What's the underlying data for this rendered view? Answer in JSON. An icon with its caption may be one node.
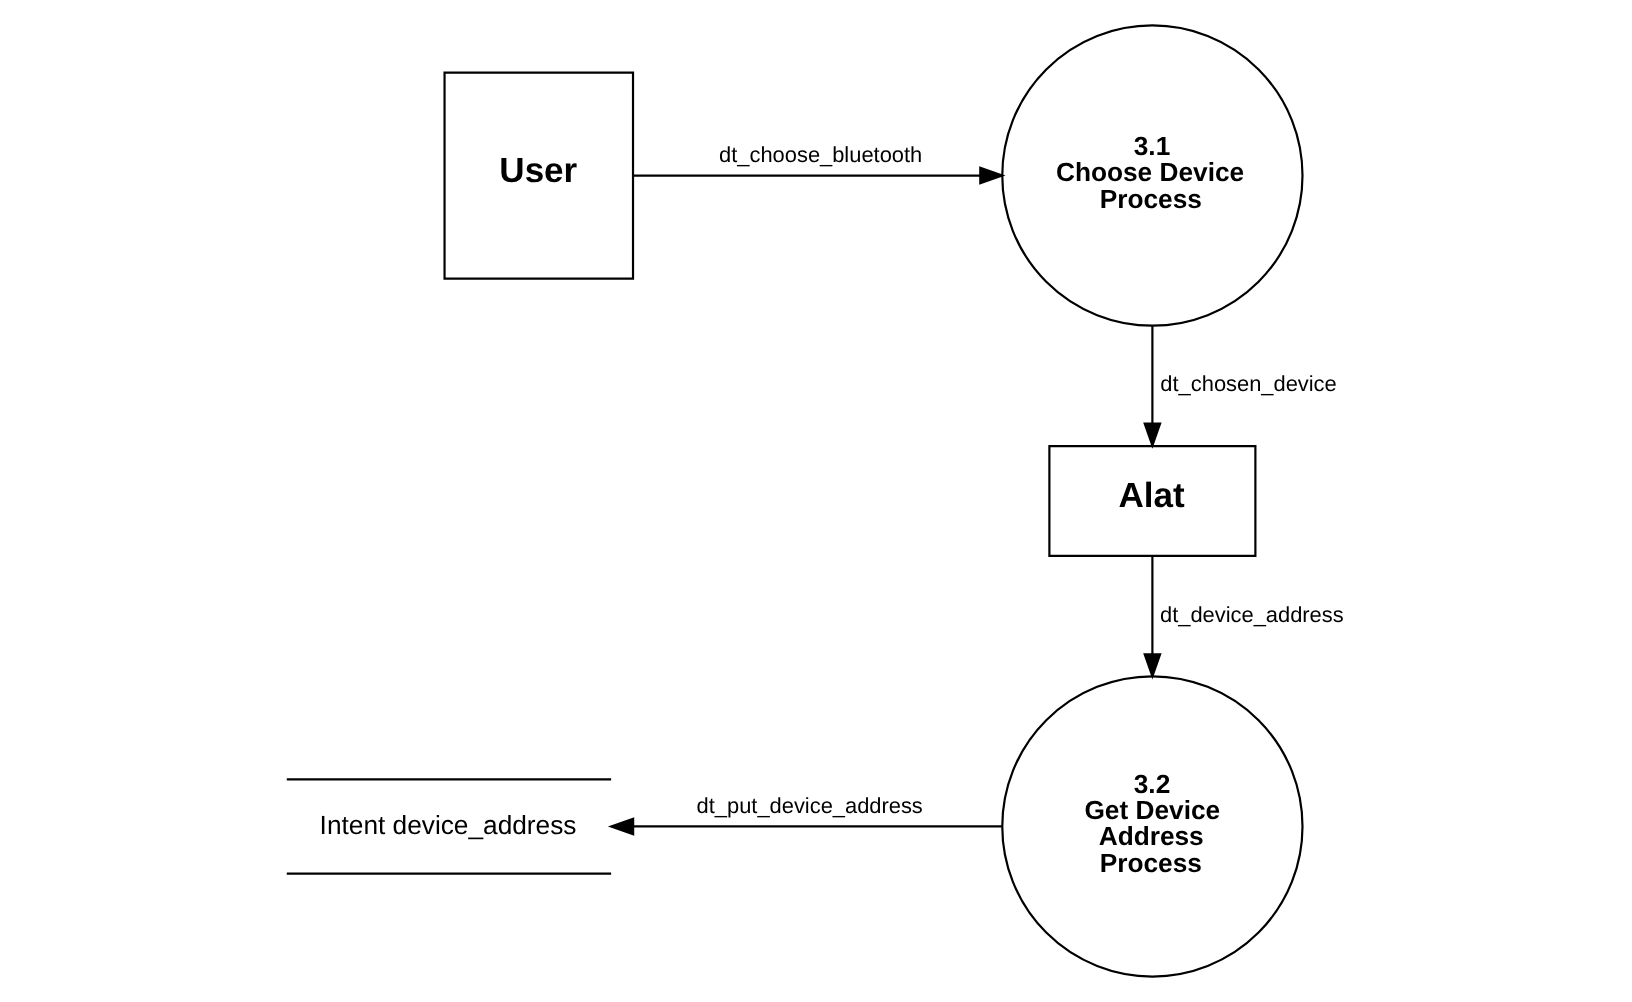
{
  "diagram": {
    "nodes": [
      {
        "text": [
          "User"
        ]
      },
      {
        "text": [
          "3.1",
          "Choose Device Process"
        ]
      },
      {
        "text": [
          "Alat"
        ]
      },
      {
        "text": [
          "3.2",
          "Get Device Address Process"
        ]
      },
      {
        "text": [
          "Intent device_address"
        ]
      }
    ],
    "edges": [
      {
        "from": 0,
        "to": 1,
        "arrow": "to",
        "label": "dt_choose_bluetooth"
      },
      {
        "from": 1,
        "to": 2,
        "arrow": "to",
        "label": "dt_chosen_device"
      },
      {
        "from": 2,
        "to": 3,
        "arrow": "to",
        "label": "dt_device_address"
      },
      {
        "from": 3,
        "to": 4,
        "arrow": "to",
        "label": "dt_put_device_address"
      }
    ]
  }
}
